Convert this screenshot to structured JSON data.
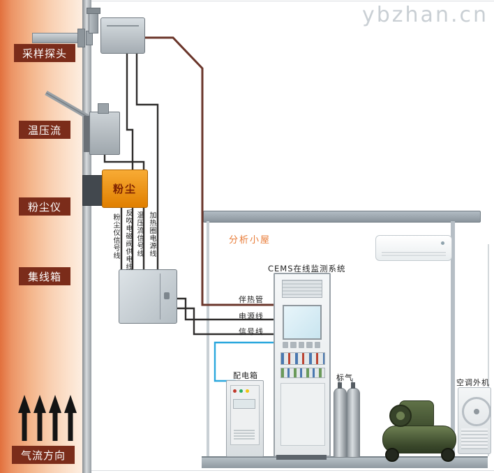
{
  "watermark": "ybzhan.cn",
  "stack": {
    "probe_label": "采样探头",
    "tpf_label": "温压流",
    "dust_label": "粉尘仪",
    "junction_label": "集线箱",
    "airflow_label": "气流方向",
    "dust_device_text": "粉尘"
  },
  "riser_labels": {
    "dust_signal": "粉尘仪信号线",
    "blowback_power": "反吹电磁阀供电线",
    "tpf_signal": "温压流信号线",
    "heater_power": "加热圈电源线"
  },
  "shed": {
    "title": "分析小屋",
    "cems_title": "CEMS在线监测系统",
    "heat_trace_label": "伴热管",
    "power_line_label": "电源线",
    "signal_line_label": "信号线",
    "power_box_label": "配电箱",
    "std_gas_label": "标气",
    "ac_outdoor_label": "空调外机"
  },
  "colors": {
    "stack_label_bg": "#7b2c1a",
    "shed_title_orange": "#e87a35",
    "heat_trace_wire": "#6a352a",
    "signal_wire": "#2e2c2b",
    "blue_wire": "#2aa7dd",
    "dust_meter_orange": "#f09a20"
  }
}
